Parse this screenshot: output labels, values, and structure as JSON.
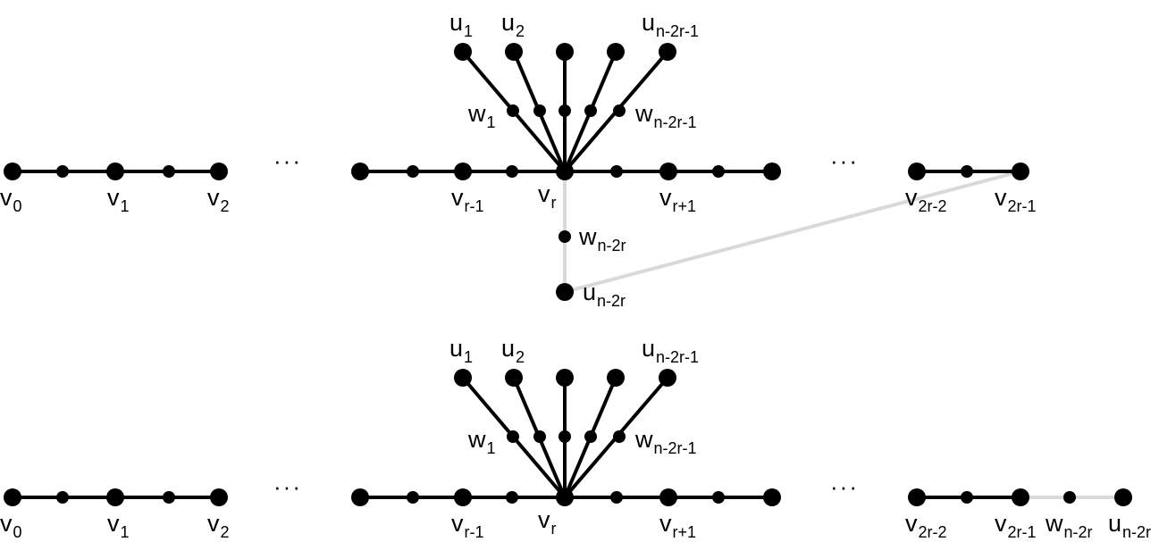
{
  "colors": {
    "edge": "#000000",
    "highlight_edge": "#d9d9d9",
    "node": "#000000",
    "background": "#ffffff"
  },
  "ellipsis": "···",
  "panels": [
    {
      "id": "top",
      "labels": {
        "v0": {
          "base": "v",
          "sub": "0"
        },
        "v1": {
          "base": "v",
          "sub": "1"
        },
        "v2": {
          "base": "v",
          "sub": "2"
        },
        "vr-1": {
          "base": "v",
          "sub": "r-1"
        },
        "vr": {
          "base": "v",
          "sub": "r"
        },
        "vr+1": {
          "base": "v",
          "sub": "r+1"
        },
        "v2r-2": {
          "base": "v",
          "sub": "2r-2"
        },
        "v2r-1": {
          "base": "v",
          "sub": "2r-1"
        },
        "u1": {
          "base": "u",
          "sub": "1"
        },
        "u2": {
          "base": "u",
          "sub": "2"
        },
        "un-2r-1": {
          "base": "u",
          "sub": "n-2r-1"
        },
        "w1": {
          "base": "w",
          "sub": "1"
        },
        "wn-2r-1": {
          "base": "w",
          "sub": "n-2r-1"
        },
        "wn-2r": {
          "base": "w",
          "sub": "n-2r"
        },
        "un-2r": {
          "base": "u",
          "sub": "n-2r"
        }
      }
    },
    {
      "id": "bottom",
      "labels": {
        "v0": {
          "base": "v",
          "sub": "0"
        },
        "v1": {
          "base": "v",
          "sub": "1"
        },
        "v2": {
          "base": "v",
          "sub": "2"
        },
        "vr-1": {
          "base": "v",
          "sub": "r-1"
        },
        "vr": {
          "base": "v",
          "sub": "r"
        },
        "vr+1": {
          "base": "v",
          "sub": "r+1"
        },
        "v2r-2": {
          "base": "v",
          "sub": "2r-2"
        },
        "v2r-1": {
          "base": "v",
          "sub": "2r-1"
        },
        "u1": {
          "base": "u",
          "sub": "1"
        },
        "u2": {
          "base": "u",
          "sub": "2"
        },
        "un-2r-1": {
          "base": "u",
          "sub": "n-2r-1"
        },
        "w1": {
          "base": "w",
          "sub": "1"
        },
        "wn-2r-1": {
          "base": "w",
          "sub": "n-2r-1"
        },
        "wn-2r": {
          "base": "w",
          "sub": "n-2r"
        },
        "un-2r": {
          "base": "u",
          "sub": "n-2r"
        }
      }
    }
  ]
}
